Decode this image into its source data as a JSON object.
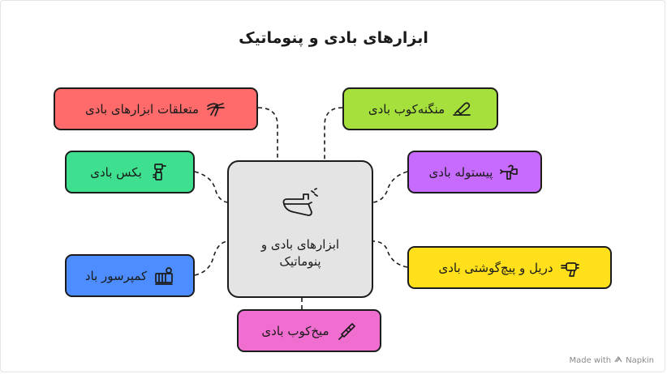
{
  "title": "ابزارهای بادی و پنوماتیک",
  "center": {
    "label": "ابزارهای بادی و پنوماتیک",
    "icon": "air-tool-icon"
  },
  "nodes": [
    {
      "id": "fittings",
      "label": "متعلقات ابزارهای بادی",
      "color": "#ff6b6b",
      "icon": "pliers-icon"
    },
    {
      "id": "stapler",
      "label": "منگنه‌کوب بادی",
      "color": "#a6e03d",
      "icon": "stapler-icon"
    },
    {
      "id": "grease",
      "label": "بکس بادی",
      "color": "#3ee08f",
      "icon": "impact-wrench-icon"
    },
    {
      "id": "spray",
      "label": "پیستوله بادی",
      "color": "#c76bff",
      "icon": "spray-gun-icon"
    },
    {
      "id": "compressor",
      "label": "کمپرسور باد",
      "color": "#4d8dff",
      "icon": "compressor-icon"
    },
    {
      "id": "drill",
      "label": "دریل و پیچ‌گوشتی بادی",
      "color": "#ffe01a",
      "icon": "drill-icon"
    },
    {
      "id": "nailer",
      "label": "میخ‌کوب بادی",
      "color": "#f06ecf",
      "icon": "nail-icon"
    }
  ],
  "footer": {
    "text": "Made with",
    "brand": "Napkin"
  }
}
